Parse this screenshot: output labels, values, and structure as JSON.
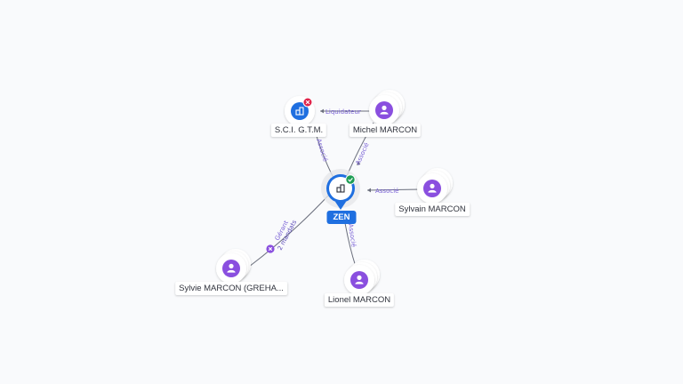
{
  "center": {
    "label": "ZEN",
    "icon": "building-icon",
    "status_icon": "check-icon",
    "status_color": "#1e9e55"
  },
  "nodes": {
    "sci": {
      "label": "S.C.I. G.T.M.",
      "icon": "building-icon",
      "status_icon": "close-icon",
      "status_color": "#e0234a"
    },
    "michel": {
      "label": "Michel MARCON",
      "icon": "person-icon"
    },
    "sylvain": {
      "label": "Sylvain MARCON",
      "icon": "person-icon"
    },
    "lionel": {
      "label": "Lionel MARCON",
      "icon": "person-icon"
    },
    "sylvie": {
      "label": "Sylvie MARCON (GREHA...",
      "icon": "person-icon"
    }
  },
  "edges": {
    "michel_sci": "Liquidateur",
    "sci_zen": "Associé",
    "michel_zen": "Associé",
    "sylvain_zen": "Associé",
    "zen_lionel": "Associé",
    "sylvie_zen_1": "Gérant",
    "sylvie_zen_2": "2 mandats"
  },
  "colors": {
    "company": "#1f6fe0",
    "person": "#8a4fdf",
    "edge_text": "#7a62d6"
  }
}
